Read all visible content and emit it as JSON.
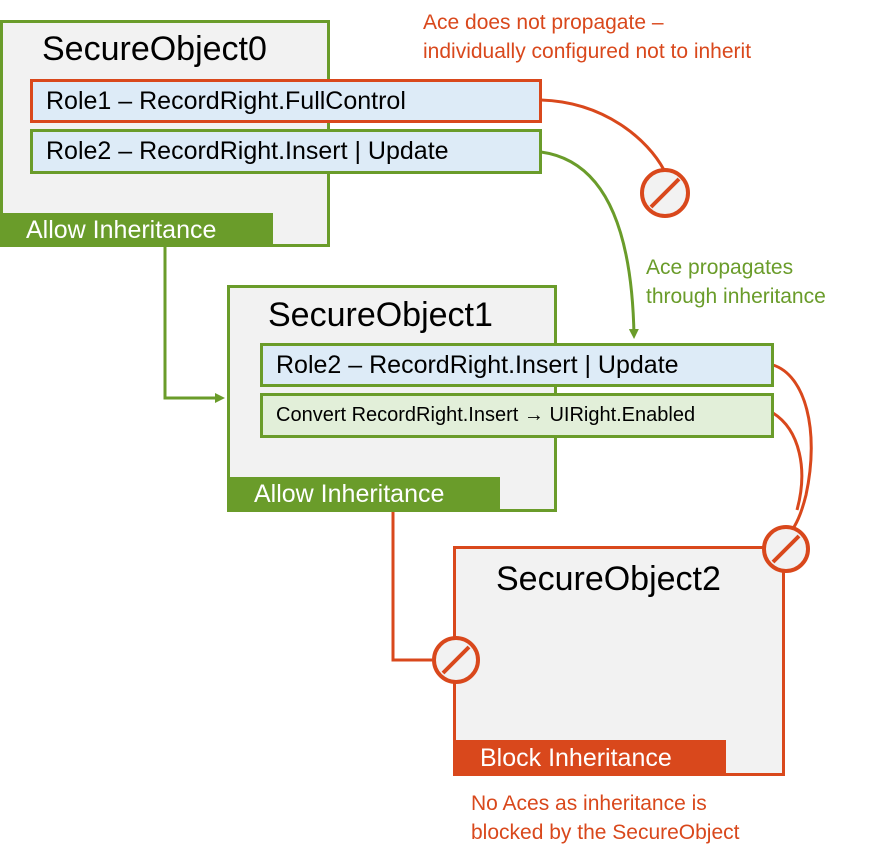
{
  "objects": [
    {
      "title": "SecureObject0",
      "aces": [
        "Role1 – RecordRight.FullControl",
        "Role2 – RecordRight.Insert | Update"
      ],
      "flag": "Allow Inheritance"
    },
    {
      "title": "SecureObject1",
      "aces": [
        "Role2 – RecordRight.Insert | Update"
      ],
      "conversion": "Convert RecordRight.Insert → UIRight.Enabled",
      "flag": "Allow Inheritance"
    },
    {
      "title": "SecureObject2",
      "flag": "Block Inheritance"
    }
  ],
  "notes": {
    "not_propagate": "Ace does not propagate –\nindividually configured not to inherit",
    "propagates": "Ace propagates\nthrough inheritance",
    "blocked": "No Aces as inheritance is\nblocked by the SecureObject"
  },
  "colors": {
    "green": "#6a9c2a",
    "red": "#d9481c",
    "box_fill": "#f2f2f2",
    "ace_fill": "#ddebf7",
    "convert_fill": "#e2efd9"
  },
  "icons": {
    "blocked": "no-entry-icon",
    "arrow": "arrowhead-icon"
  }
}
